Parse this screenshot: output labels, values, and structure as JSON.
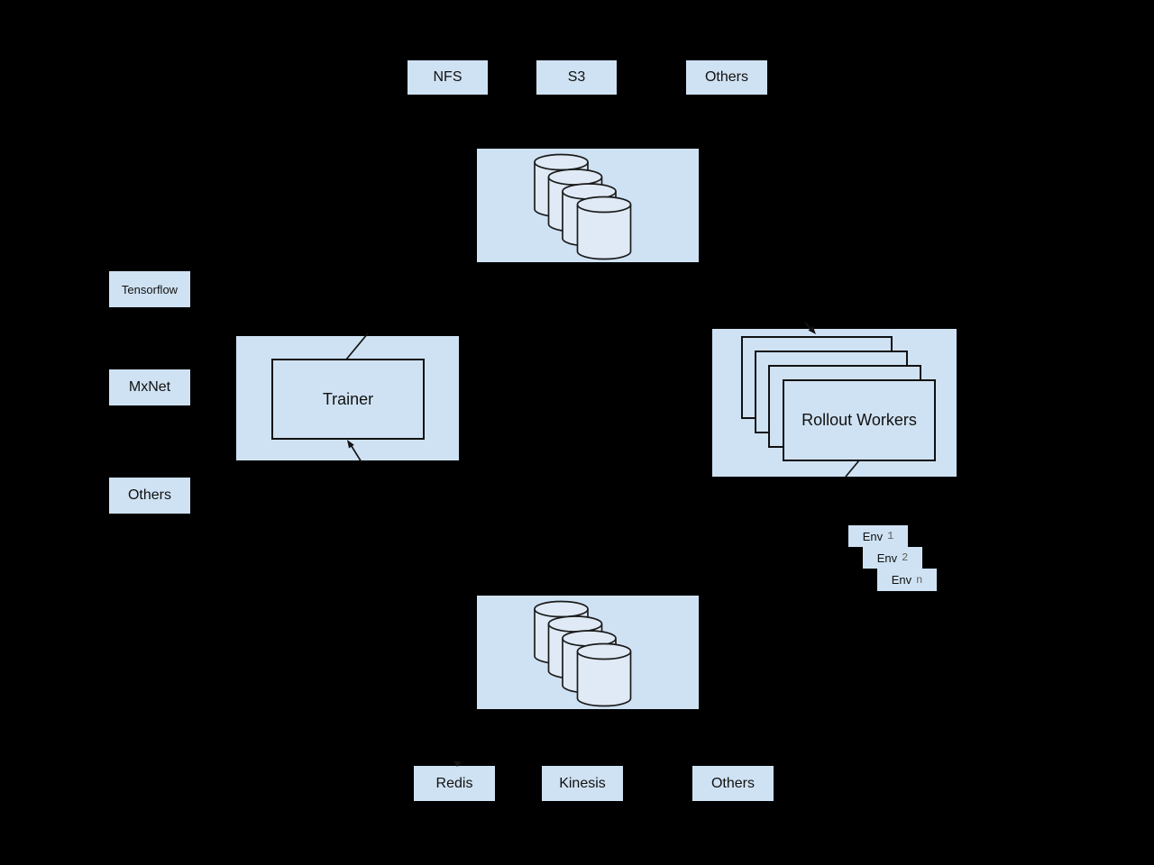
{
  "colors": {
    "background": "#000000",
    "box_fill": "#cfe2f3",
    "cylinder_fill": "#dfeaf6",
    "line": "#1b1b1b",
    "env_number_color": "#5f5f5f"
  },
  "top_row": {
    "items": [
      {
        "label": "NFS"
      },
      {
        "label": "S3"
      },
      {
        "label": "Others"
      }
    ]
  },
  "left_column": {
    "items": [
      {
        "label": "Tensorflow"
      },
      {
        "label": "MxNet"
      },
      {
        "label": "Others"
      }
    ]
  },
  "trainer": {
    "label": "Trainer"
  },
  "rollout_workers": {
    "label": "Rollout Workers",
    "stack_count": 4
  },
  "envs": {
    "items": [
      {
        "name": "Env",
        "index": "1"
      },
      {
        "name": "Env",
        "index": "2"
      },
      {
        "name": "Env",
        "index": "n"
      }
    ]
  },
  "bottom_row": {
    "items": [
      {
        "label": "Redis"
      },
      {
        "label": "Kinesis"
      },
      {
        "label": "Others"
      }
    ]
  },
  "storage": {
    "top_cylinder_count": 4,
    "bottom_cylinder_count": 4
  }
}
